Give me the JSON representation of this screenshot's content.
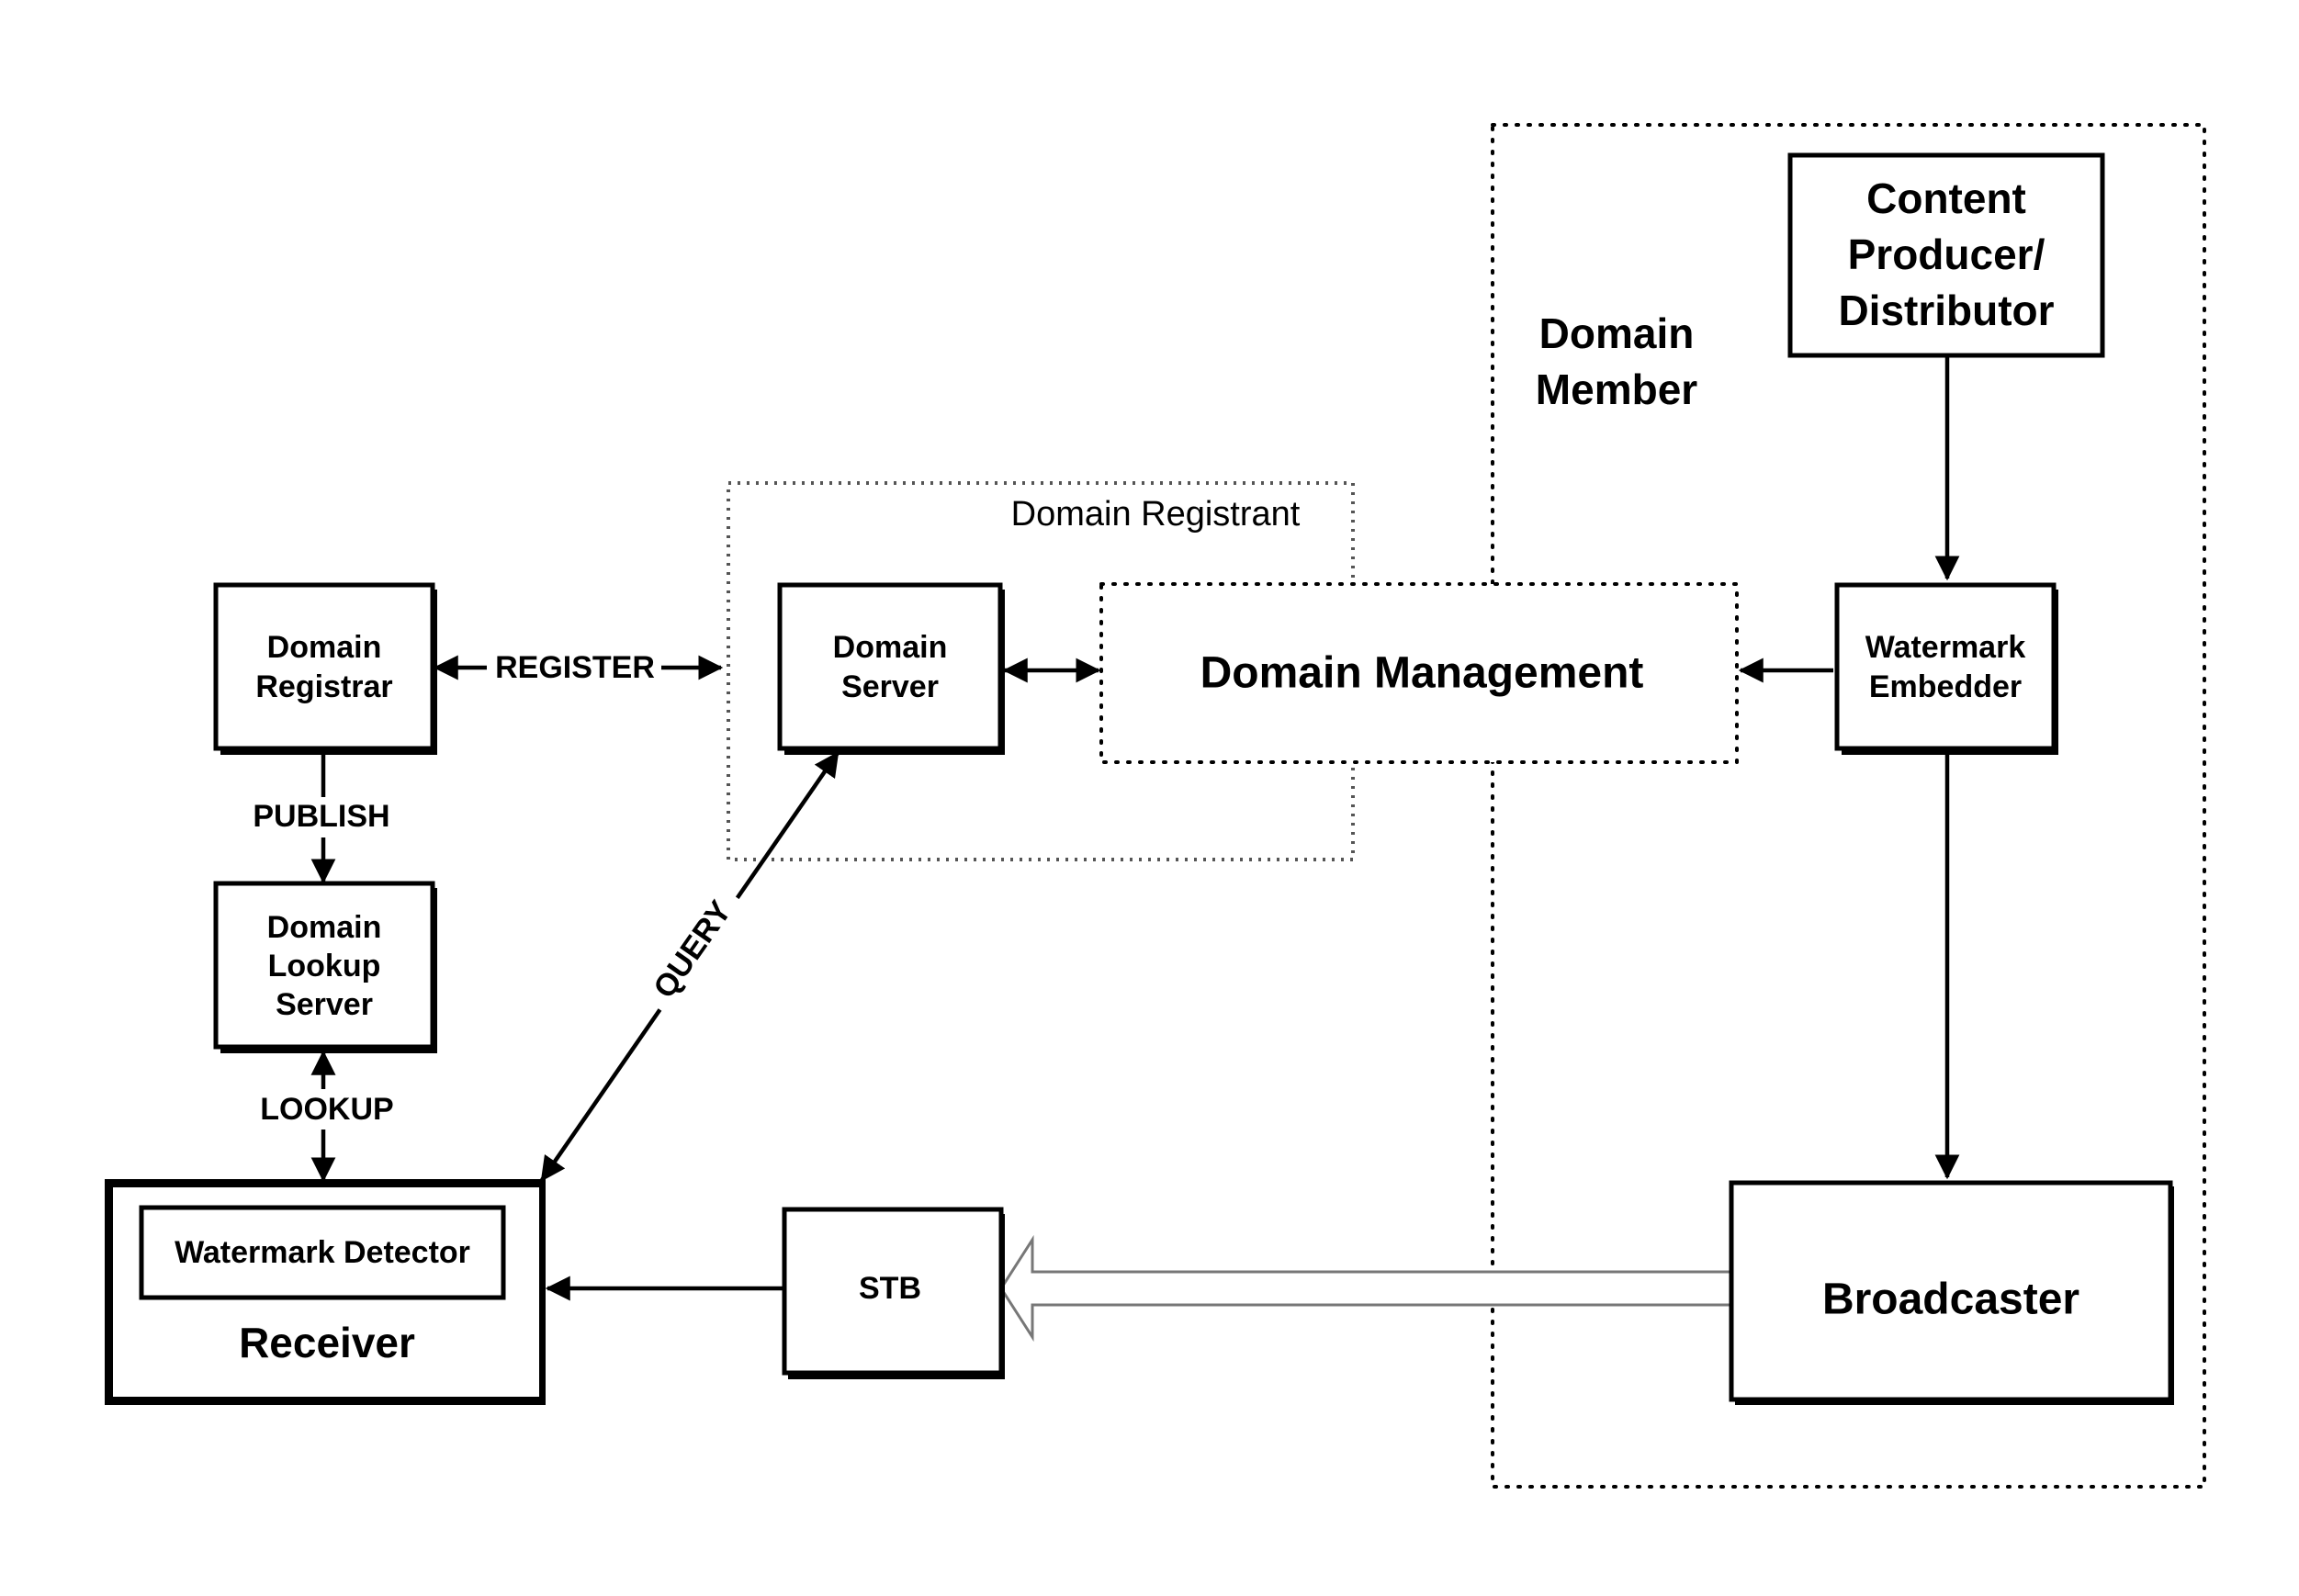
{
  "nodes": {
    "content_producer": [
      "Content",
      "Producer/",
      "Distributor"
    ],
    "domain_member": [
      "Domain",
      "Member"
    ],
    "domain_registrant": "Domain Registrant",
    "domain_registrar": [
      "Domain",
      "Registrar"
    ],
    "domain_server": [
      "Domain",
      "Server"
    ],
    "domain_management": "Domain Management",
    "watermark_embedder": [
      "Watermark",
      "Embedder"
    ],
    "domain_lookup_server": [
      "Domain",
      "Lookup",
      "Server"
    ],
    "watermark_detector": "Watermark Detector",
    "receiver": "Receiver",
    "stb": "STB",
    "broadcaster": "Broadcaster"
  },
  "edges": {
    "register": "REGISTER",
    "publish": "PUBLISH",
    "lookup": "LOOKUP",
    "query": "QUERY"
  }
}
